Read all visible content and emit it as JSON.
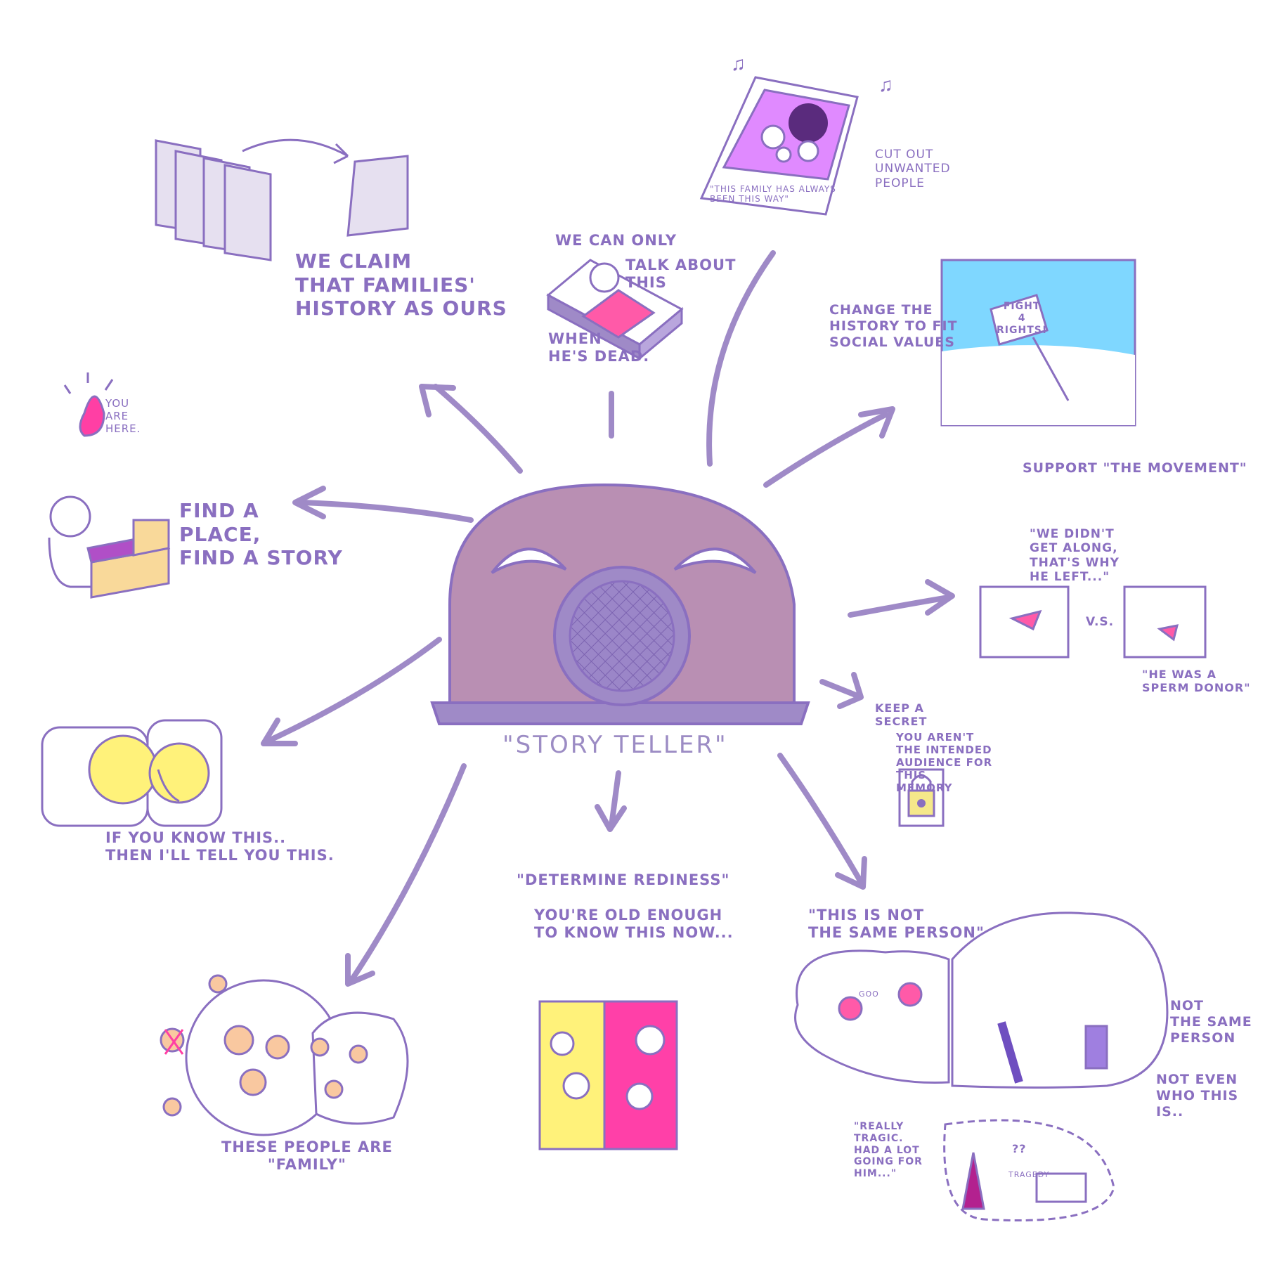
{
  "center": {
    "title": "\"STORY TELLER\""
  },
  "colors": {
    "ink": "#8a6fc0",
    "dome": "#b98fb3",
    "accent": "#ff3fa4",
    "sky": "#7fd7ff",
    "yellow": "#fff27a",
    "lavender": "#e6e0f0",
    "photo": "#e08aff"
  },
  "nodes": {
    "claim_history": "WE CLAIM\nTHAT FAMILIES'\nHISTORY AS OURS",
    "talk_when_dead_1": "WE CAN ONLY",
    "talk_when_dead_2": "TALK ABOUT\nTHIS",
    "talk_when_dead_3": "WHEN\nHE'S DEAD.",
    "photo_caption": "\"THIS FAMILY HAS ALWAYS\nBEEN THIS WAY\"",
    "cut_out": "CUT OUT\nUNWANTED\nPEOPLE",
    "change_history": "CHANGE THE\nHISTORY TO FIT\nSOCIAL VALUES",
    "protest_sign": "FIGHT\n4\nRIGHTS!",
    "support_movement": "SUPPORT \"THE MOVEMENT\"",
    "you_are_here": "YOU\nARE\nHERE.",
    "find_place": "FIND A\nPLACE,\nFIND A STORY",
    "didnt_get_along": "\"WE DIDN'T\nGET ALONG,\nTHAT'S WHY\nHE LEFT...\"",
    "vs": "V.S.",
    "sperm_donor": "\"HE WAS A\nSPERM DONOR\"",
    "keep_secret": "KEEP A\nSECRET",
    "not_audience": "YOU AREN'T\nTHE INTENDED\nAUDIENCE FOR\nTHIS\nMEMORY",
    "if_you_know": "IF YOU KNOW THIS..\nTHEN I'LL TELL YOU THIS.",
    "determine_readiness": "\"DETERMINE REDINESS\"",
    "old_enough": "YOU'RE OLD ENOUGH\nTO KNOW THIS NOW...",
    "not_same_person": "\"THIS IS NOT\nTHE SAME PERSON\"",
    "goo": "GOO",
    "not_same_person_2": "NOT\nTHE SAME\nPERSON",
    "not_even_who": "NOT EVEN\nWHO THIS IS..",
    "really_tragic": "\"REALLY\nTRAGIC.\nHAD A LOT\nGOING FOR\nHIM...\"",
    "question_marks": "??",
    "tragedy": "TRAGEDY",
    "these_people": "THESE PEOPLE ARE\n\"FAMILY\""
  }
}
